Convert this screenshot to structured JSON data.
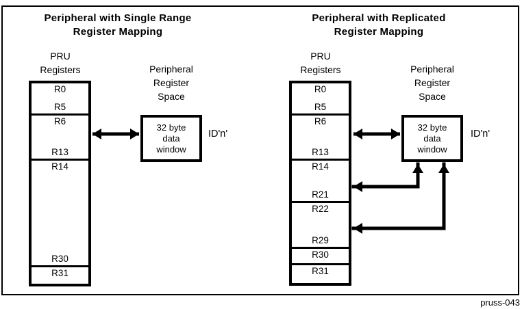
{
  "figure": {
    "footer_label": "pruss-043",
    "line_color": "#000000",
    "background_color": "#ffffff"
  },
  "diagrams": [
    {
      "title_line1": "Peripheral with Single Range",
      "title_line2": "Register Mapping",
      "pru_heading": [
        "PRU",
        "Registers"
      ],
      "peripheral_heading": [
        "Peripheral",
        "Register",
        "Space"
      ],
      "window_label": [
        "32 byte",
        "data",
        "window"
      ],
      "id_label": "ID'n'",
      "register_sections": [
        {
          "top": "R0",
          "bottom": "R5"
        },
        {
          "top": "R6",
          "bottom": "R13"
        },
        {
          "top": "R14",
          "bottom": "R30"
        },
        {
          "top": "R31"
        }
      ]
    },
    {
      "title_line1": "Peripheral with Replicated",
      "title_line2": "Register Mapping",
      "pru_heading": [
        "PRU",
        "Registers"
      ],
      "peripheral_heading": [
        "Peripheral",
        "Register",
        "Space"
      ],
      "window_label": [
        "32 byte",
        "data",
        "window"
      ],
      "id_label": "ID'n'",
      "register_sections": [
        {
          "top": "R0",
          "bottom": "R5"
        },
        {
          "top": "R6",
          "bottom": "R13"
        },
        {
          "top": "R14",
          "bottom": "R21"
        },
        {
          "top": "R22",
          "bottom": "R29"
        },
        {
          "top": "R30"
        },
        {
          "top": "R31"
        }
      ]
    }
  ]
}
